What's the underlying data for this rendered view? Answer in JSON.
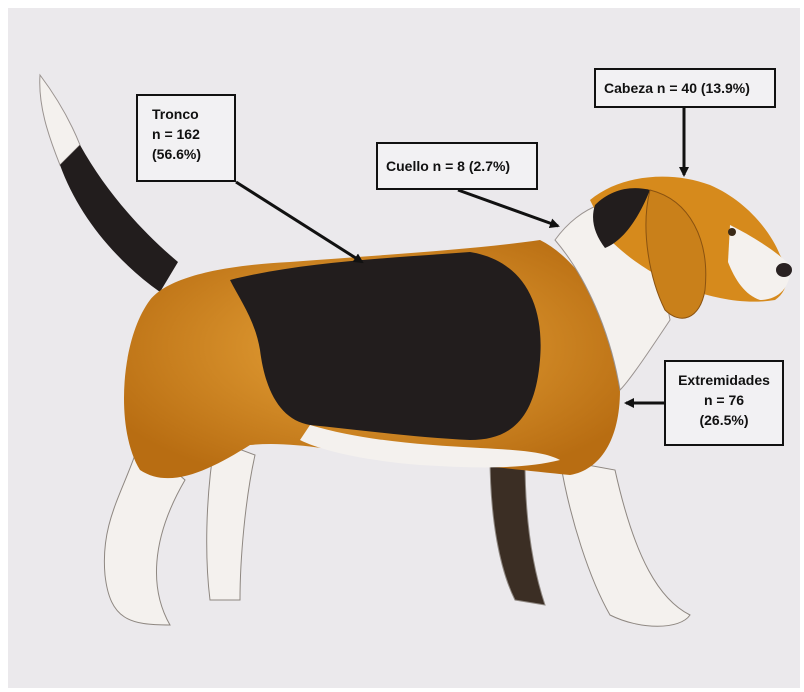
{
  "figure": {
    "subject": "beagle-illustration",
    "regions": [
      {
        "id": "tronco",
        "lines": [
          "Tronco",
          "n = 162",
          "(56.6%)"
        ]
      },
      {
        "id": "cuello",
        "lines": [
          "Cuello n = 8 (2.7%)"
        ]
      },
      {
        "id": "cabeza",
        "lines": [
          "Cabeza n = 40 (13.9%)"
        ]
      },
      {
        "id": "extremidades",
        "lines": [
          "Extremidades",
          "n = 76",
          "(26.5%)"
        ]
      }
    ]
  },
  "colors": {
    "background": "#ebe9ec",
    "tan": "#d68a1c",
    "black": "#221d1d",
    "white": "#f4f1ee"
  }
}
